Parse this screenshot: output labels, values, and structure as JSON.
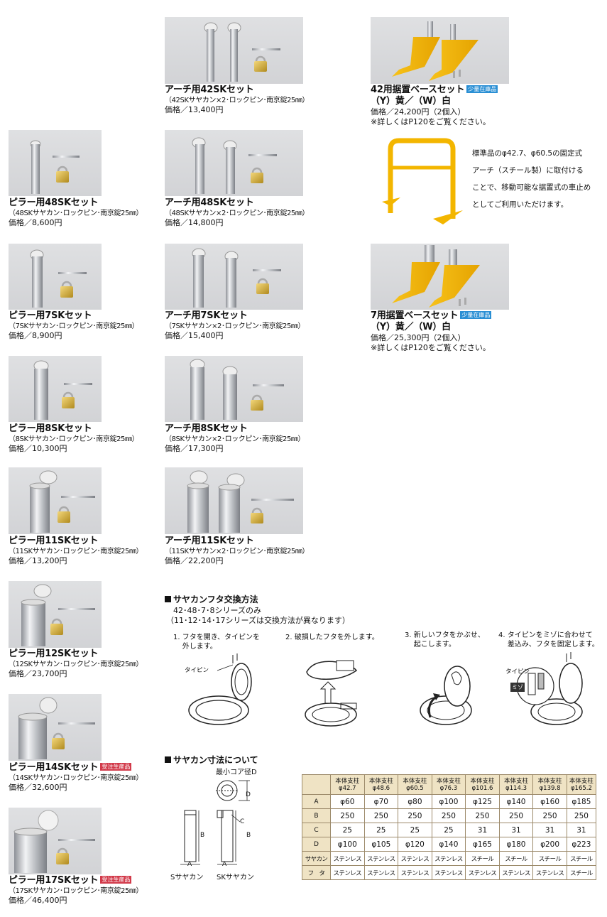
{
  "items": {
    "arch42": {
      "title": "アーチ用42SKセット",
      "spec": "（42SKサヤカン×2･ロックピン･南京錠25㎜）",
      "price": "価格／13,400円"
    },
    "base42": {
      "title": "42用据置ベースセット",
      "badge": "少量在庫品",
      "title2": "（Y）黄／（W）白",
      "price": "価格／24,200円（2個入）",
      "note": "※詳しくはP120をご覧ください。"
    },
    "pillar48": {
      "title": "ピラー用48SKセット",
      "spec": "（48SKサヤカン･ロックピン･南京錠25㎜）",
      "price": "価格／8,600円"
    },
    "arch48": {
      "title": "アーチ用48SKセット",
      "spec": "（48SKサヤカン×2･ロックピン･南京錠25㎜）",
      "price": "価格／14,800円"
    },
    "pillar7": {
      "title": "ピラー用7SKセット",
      "spec": "（7SKサヤカン･ロックピン･南京錠25㎜）",
      "price": "価格／8,900円"
    },
    "arch7": {
      "title": "アーチ用7SKセット",
      "spec": "（7SKサヤカン×2･ロックピン･南京錠25㎜）",
      "price": "価格／15,400円"
    },
    "base7": {
      "title": "7用据置ベースセット",
      "badge": "少量在庫品",
      "title2": "（Y）黄／（W）白",
      "price": "価格／25,300円（2個入）",
      "note": "※詳しくはP120をご覧ください。"
    },
    "pillar8": {
      "title": "ピラー用8SKセット",
      "spec": "（8SKサヤカン･ロックピン･南京錠25㎜）",
      "price": "価格／10,300円"
    },
    "arch8": {
      "title": "アーチ用8SKセット",
      "spec": "（8SKサヤカン×2･ロックピン･南京錠25㎜）",
      "price": "価格／17,300円"
    },
    "pillar11": {
      "title": "ピラー用11SKセット",
      "spec": "（11SKサヤカン･ロックピン･南京錠25㎜）",
      "price": "価格／13,200円"
    },
    "arch11": {
      "title": "アーチ用11SKセット",
      "spec": "（11SKサヤカン×2･ロックピン･南京錠25㎜）",
      "price": "価格／22,200円"
    },
    "pillar12": {
      "title": "ピラー用12SKセット",
      "spec": "（12SKサヤカン･ロックピン･南京錠25㎜）",
      "price": "価格／23,700円"
    },
    "pillar14": {
      "title": "ピラー用14SKセット",
      "badge": "受注生産品",
      "spec": "（14SKサヤカン･ロックピン･南京錠25㎜）",
      "price": "価格／32,600円"
    },
    "pillar17": {
      "title": "ピラー用17SKセット",
      "badge": "受注生産品",
      "spec": "（17SKサヤカン･ロックピン･南京錠25㎜）",
      "price": "価格／46,400円"
    }
  },
  "notice": {
    "line1": "標準品のφ42.7、φ60.5の固定式",
    "line2": "アーチ（スチール製）に取付ける",
    "line3": "ことで、移動可能な据置式の車止め",
    "line4": "としてご利用いただけます。"
  },
  "lid_section": {
    "heading": "サヤカンフタ交換方法",
    "sub1": "42･48･7･8シリーズのみ",
    "sub2": "（11･12･14･17シリーズは交換方法が異なります）",
    "step1": "1. フタを開き、タイピンを\n    外します。",
    "step2": "2. 破損したフタを外します。",
    "step3": "3. 新しいフタをかぶせ、\n    起こします。",
    "step4": "4. タイピンをミゾに合わせて\n    差込み、フタを固定します。",
    "label_taipin": "タイピン",
    "label_taipin2": "タイピン",
    "label_mizo": "ミゾ"
  },
  "dims_section": {
    "heading": "サヤカン寸法について",
    "label_core": "最小コア径D",
    "label_s": "Sサヤカン",
    "label_sk": "SKサヤカン",
    "label_a": "A",
    "label_b": "B",
    "label_c": "C",
    "label_d": "D"
  },
  "dims_table": {
    "headers": [
      {
        "l1": "本体支柱",
        "l2": "φ42.7"
      },
      {
        "l1": "本体支柱",
        "l2": "φ48.6"
      },
      {
        "l1": "本体支柱",
        "l2": "φ60.5"
      },
      {
        "l1": "本体支柱",
        "l2": "φ76.3"
      },
      {
        "l1": "本体支柱",
        "l2": "φ101.6"
      },
      {
        "l1": "本体支柱",
        "l2": "φ114.3"
      },
      {
        "l1": "本体支柱",
        "l2": "φ139.8"
      },
      {
        "l1": "本体支柱",
        "l2": "φ165.2"
      }
    ],
    "rows": [
      {
        "label": "A",
        "cells": [
          "φ60",
          "φ70",
          "φ80",
          "φ100",
          "φ125",
          "φ140",
          "φ160",
          "φ185"
        ]
      },
      {
        "label": "B",
        "cells": [
          "250",
          "250",
          "250",
          "250",
          "250",
          "250",
          "250",
          "250"
        ]
      },
      {
        "label": "C",
        "cells": [
          "25",
          "25",
          "25",
          "25",
          "31",
          "31",
          "31",
          "31"
        ]
      },
      {
        "label": "D",
        "cells": [
          "φ100",
          "φ105",
          "φ120",
          "φ140",
          "φ165",
          "φ180",
          "φ200",
          "φ223"
        ]
      },
      {
        "label": "サヤカン",
        "cells": [
          "ステンレス",
          "ステンレス",
          "ステンレス",
          "ステンレス",
          "スチール",
          "スチール",
          "スチール",
          "スチール"
        ]
      },
      {
        "label": "フ　タ",
        "cells": [
          "ステンレス",
          "ステンレス",
          "ステンレス",
          "ステンレス",
          "ステンレス",
          "ステンレス",
          "ステンレス",
          "スチール"
        ]
      }
    ]
  },
  "colors": {
    "yellow": "#f5b800",
    "badge_blue": "#2a8fd4",
    "badge_red": "#d23a4a",
    "table_header": "#efe3c4"
  }
}
